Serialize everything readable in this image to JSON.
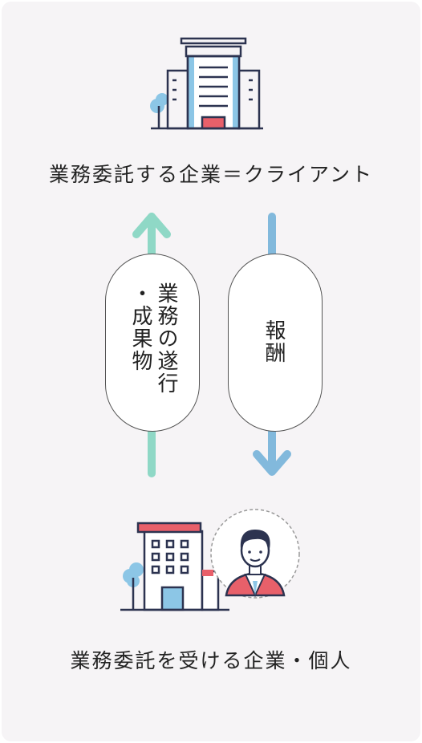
{
  "top": {
    "label": "業務委託する企業＝クライアント"
  },
  "left_flow": {
    "line1": "業務の遂行",
    "line2": "・成果物"
  },
  "right_flow": {
    "text": "報酬"
  },
  "bottom": {
    "label": "業務委託を受ける企業・個人"
  },
  "colors": {
    "up_arrow": "#8fd8c6",
    "down_arrow": "#82b9dc",
    "accent_red": "#e8606a",
    "navy": "#2c3350",
    "light_blue": "#8cc6e6"
  }
}
